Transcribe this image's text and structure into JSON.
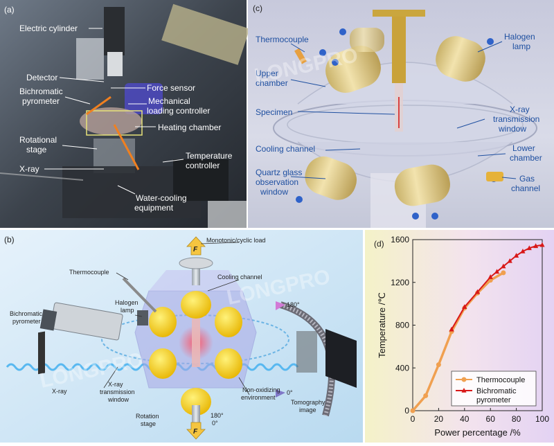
{
  "panels": {
    "a": {
      "tag": "(a)",
      "labels": {
        "electric_cylinder": "Electric cylinder",
        "detector": "Detector",
        "bichromatic_1": "Bichromatic",
        "bichromatic_2": "pyrometer",
        "force_sensor": "Force sensor",
        "mech_1": "Mechanical",
        "mech_2": "loading controller",
        "heating_chamber": "Heating chamber",
        "rot_1": "Rotational",
        "rot_2": "stage",
        "temp_1": "Temperature",
        "temp_2": "controller",
        "xray": "X-ray",
        "water_1": "Water-cooling",
        "water_2": "equipment"
      }
    },
    "b": {
      "tag": "(b)",
      "labels": {
        "load": "Monotonic/cyclic load",
        "force_top": "F",
        "force_bottom": "F",
        "thermocouple": "Thermocouple",
        "cooling_channel": "Cooling channel",
        "halogen_1": "Halogen",
        "halogen_2": "lamp",
        "bichromatic_1": "Bichromatic",
        "bichromatic_2": "pyrometer",
        "angle_180_right": "180°",
        "angle_0_right": "0°",
        "xray": "X-ray",
        "window_1": "X-ray",
        "window_2": "transmission",
        "window_3": "window",
        "nonox_1": "Non-oxidizing",
        "nonox_2": "environment",
        "angle_180_bottom": "180°",
        "angle_0_bottom": "0°",
        "rot_1": "Rotation",
        "rot_2": "stage",
        "tomo_1": "Tomography",
        "tomo_2": "image"
      }
    },
    "c": {
      "tag": "(c)",
      "labels": {
        "thermocouple": "Thermocouple",
        "halogen_1": "Halogen",
        "halogen_2": "lamp",
        "upper_1": "Upper",
        "upper_2": "chamber",
        "specimen": "Specimen",
        "xray_1": "X-ray",
        "xray_2": "transmission",
        "xray_3": "window",
        "cooling": "Cooling channel",
        "lower_1": "Lower",
        "lower_2": "chamber",
        "quartz_1": "Quartz glass",
        "quartz_2": "observation",
        "quartz_3": "window",
        "gas_1": "Gas",
        "gas_2": "channel"
      }
    },
    "d": {
      "tag": "(d)"
    }
  },
  "watermark": "LONGPRO",
  "colors": {
    "thermocouple": "#f0a050",
    "bichromatic": "#d81818",
    "label_blue": "#1e4fa0",
    "arrow_orange": "#f08020"
  },
  "chart_data": {
    "type": "line",
    "xlabel": "Power percentage /%",
    "ylabel": "Temperature /℃",
    "xlim": [
      0,
      100
    ],
    "ylim": [
      0,
      1600
    ],
    "xticks": [
      0,
      20,
      40,
      60,
      80,
      100
    ],
    "yticks": [
      0,
      400,
      800,
      1200,
      1600
    ],
    "legend_position": "bottom-right",
    "series": [
      {
        "name": "Thermocouple",
        "color": "#f0a050",
        "marker": "circle",
        "x": [
          0,
          10,
          20,
          30,
          40,
          50,
          60,
          70
        ],
        "y": [
          0,
          140,
          430,
          740,
          960,
          1100,
          1220,
          1290
        ]
      },
      {
        "name": "Bichromatic pyrometer",
        "name_line1": "Bichromatic",
        "name_line2": "pyrometer",
        "color": "#d81818",
        "marker": "triangle",
        "x": [
          30,
          40,
          50,
          60,
          65,
          70,
          75,
          80,
          85,
          90,
          95,
          100
        ],
        "y": [
          760,
          970,
          1110,
          1250,
          1300,
          1350,
          1400,
          1450,
          1490,
          1520,
          1540,
          1550
        ]
      }
    ]
  }
}
